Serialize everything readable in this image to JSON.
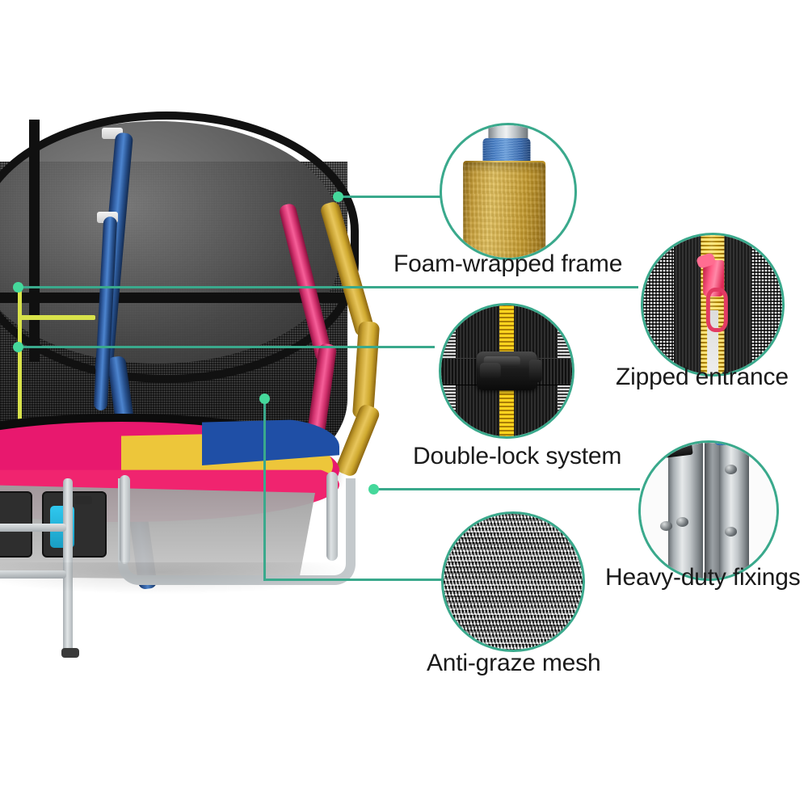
{
  "page": {
    "type": "product-feature-infographic",
    "background_color": "#ffffff",
    "accent_color": "#3aa98c",
    "dot_color": "#45d89b",
    "text_color": "#1a1a1a",
    "product": "Trampoline with safety enclosure"
  },
  "features": [
    {
      "id": "foam-wrapped-frame",
      "label": "Foam-wrapped frame",
      "detail_image": "foam-sleeve-on-pole",
      "colors": {
        "foam_outer": "#d9b44d",
        "foam_inner": "#4b82c9",
        "steel": "#cfd4d7"
      }
    },
    {
      "id": "zipped-entrance",
      "label": "Zipped entrance",
      "detail_image": "yellow-zipper-with-pink-pull",
      "colors": {
        "zipper": "#ffd21e",
        "pull": "#ff5d86",
        "mesh": "#1b1b1b"
      }
    },
    {
      "id": "double-lock-system",
      "label": "Double-lock system",
      "detail_image": "black-side-release-buckle-on-webbing",
      "colors": {
        "buckle": "#1d1d1d",
        "webbing": "#2a2a2a",
        "zipper": "#ffd41f"
      }
    },
    {
      "id": "anti-graze-mesh",
      "label": "Anti-graze mesh",
      "detail_image": "fine-knit-safety-net-texture",
      "colors": {
        "mesh_dark": "#0e0e0e",
        "mesh_light": "#ffffff"
      }
    },
    {
      "id": "heavy-duty-fixings",
      "label": "Heavy-duty fixings",
      "detail_image": "galvanised-steel-tubes-with-bolts",
      "colors": {
        "steel": "#c2c7ca",
        "foam_cap": "#2f6fb5"
      }
    }
  ],
  "product_colors": {
    "net": "#2a2a2a",
    "pole_blue": "#2d589b",
    "pole_pink": "#d3336f",
    "pole_gold": "#c6a031",
    "pad_pink": "#f0246f",
    "pad_yellow": "#edc63a",
    "pad_blue": "#1f4fa6",
    "frame_steel": "#c4c9cc"
  }
}
